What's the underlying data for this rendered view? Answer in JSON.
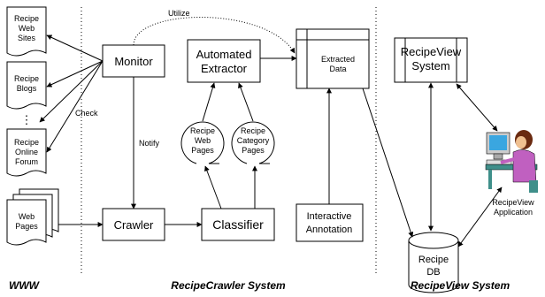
{
  "sections": {
    "www": "WWW",
    "crawler_system": "RecipeCrawler System",
    "view_system": "RecipeView System"
  },
  "sources": {
    "recipe_web_sites": [
      "Recipe",
      "Web",
      "Sites"
    ],
    "recipe_blogs": [
      "Recipe",
      "Blogs"
    ],
    "ellipsis": "⋮",
    "recipe_online_forum": [
      "Recipe",
      "Online",
      "Forum"
    ],
    "web_pages": [
      "Web",
      "Pages"
    ]
  },
  "components": {
    "monitor": "Monitor",
    "crawler": "Crawler",
    "classifier": "Classifier",
    "automated_extractor": [
      "Automated",
      "Extractor"
    ],
    "recipe_web_pages": [
      "Recipe",
      "Web",
      "Pages"
    ],
    "recipe_category_pages": [
      "Recipe",
      "Category",
      "Pages"
    ],
    "extracted_data": [
      "Extracted",
      "Data"
    ],
    "interactive_annotation": [
      "Interactive",
      "Annotation"
    ],
    "recipeview_system": [
      "RecipeView",
      "System"
    ],
    "recipe_db": [
      "Recipe",
      "DB"
    ],
    "recipeview_application": [
      "RecipeView",
      "Application"
    ]
  },
  "edge_labels": {
    "utilize": "Utilize",
    "check": "Check",
    "notify": "Notify"
  },
  "colors": {
    "stroke": "#000000",
    "person_shirt": "#c060c0",
    "monitor_screen": "#3aa6e0",
    "desk": "#3f8f8a",
    "person_hair": "#6a2a10",
    "skin": "#f0c090"
  }
}
